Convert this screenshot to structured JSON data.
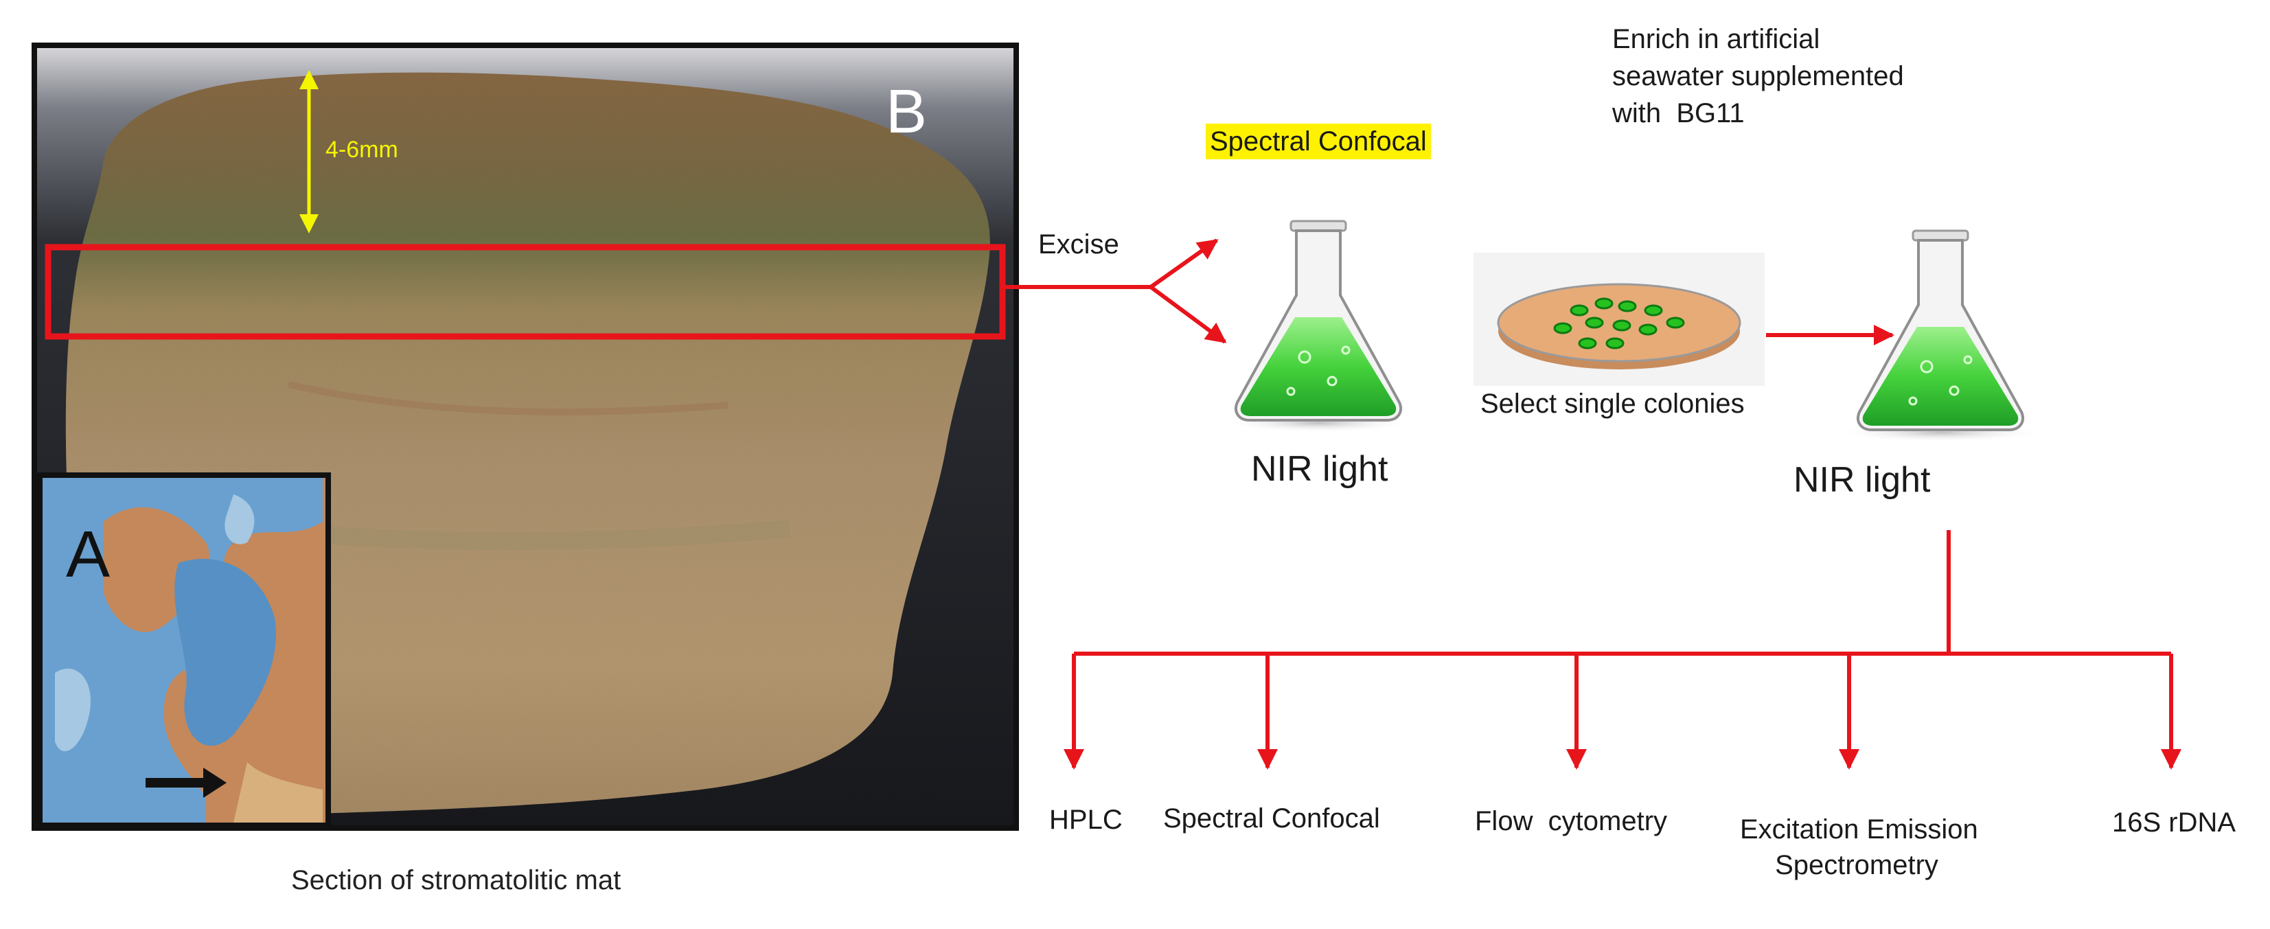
{
  "photo": {
    "panel_letter": "B",
    "measure_label": "4-6mm",
    "caption": "Section of stromatolitic mat"
  },
  "map_inset": {
    "panel_letter": "A"
  },
  "flow": {
    "excise_label": "Excise",
    "confocal_highlight": "Spectral Confocal",
    "enrich_lines": [
      "Enrich in artificial",
      "seawater supplemented",
      "with  BG11"
    ],
    "flask1_label": "NIR light",
    "colonies_label": "Select single colonies",
    "flask2_label": "NIR light"
  },
  "outputs": {
    "hplc": "HPLC",
    "spectral_confocal": "Spectral Confocal",
    "flow_cytometry": "Flow  cytometry",
    "excitation_line1": "Excitation Emission",
    "excitation_line2": "Spectrometry",
    "rdna": "16S rDNA"
  },
  "colors": {
    "arrow_red": "#e8141b",
    "highlight_yellow": "#fff200",
    "measure_yellow": "#f5f500",
    "flask_green": "#3fcf3a",
    "plate_agar": "#e7ab78"
  }
}
